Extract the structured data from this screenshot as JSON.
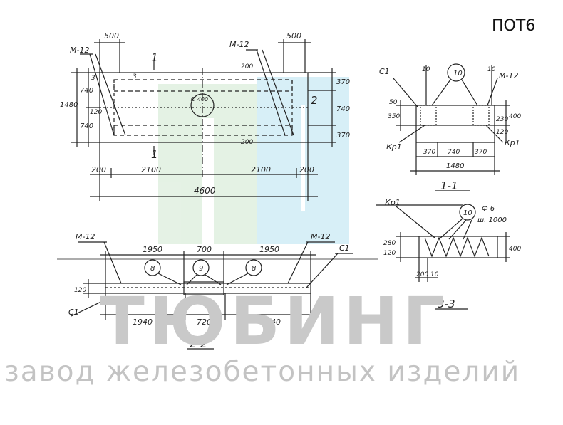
{
  "product_code": "ПОТ6",
  "watermark": {
    "brand": "ТЮБИНГ",
    "tagline": "завод железобетонных изделий"
  },
  "plan": {
    "dims_top": [
      "500",
      "500"
    ],
    "dims_left": [
      "1480",
      "740",
      "740",
      "3",
      "120"
    ],
    "dims_right": [
      "370",
      "740",
      "370"
    ],
    "dims_bottom": [
      "200",
      "2100",
      "2100",
      "200"
    ],
    "overall": "4600",
    "labels": [
      "М-12",
      "М-12",
      "1",
      "1",
      "2",
      "3",
      "200",
      "200",
      "Ø 400"
    ]
  },
  "section_1_1": {
    "title": "1-1",
    "labels": [
      "С1",
      "10",
      "М-12",
      "Кр1",
      "Кр1"
    ],
    "dims": [
      "10",
      "10",
      "50",
      "350",
      "230",
      "400",
      "120",
      "370",
      "740",
      "370",
      "1480"
    ]
  },
  "section_2_2": {
    "title": "2-2",
    "labels": [
      "М-12",
      "М-12",
      "С1",
      "С1",
      "8",
      "9",
      "8"
    ],
    "dims_top": [
      "1950",
      "700",
      "1950"
    ],
    "dims_bottom": [
      "1940",
      "720",
      "1940"
    ],
    "dims_side": [
      "120"
    ]
  },
  "section_3_3": {
    "title": "3-3",
    "labels": [
      "Кр1",
      "10",
      "Ф 6",
      "ш. 1000"
    ],
    "dims": [
      "120",
      "280",
      "400",
      "200",
      "10"
    ]
  }
}
